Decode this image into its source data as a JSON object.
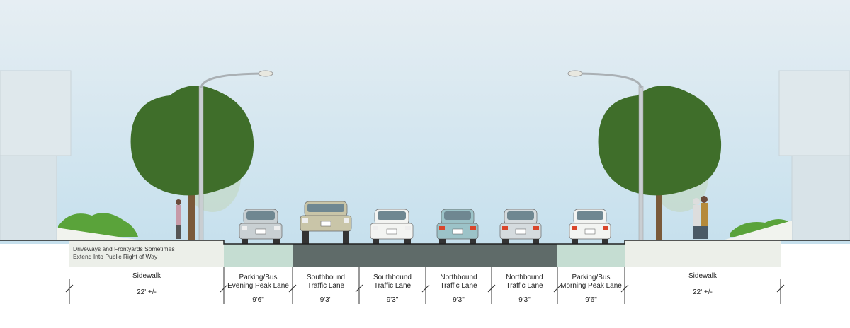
{
  "note": {
    "line1": "Driveways and Frontyards Sometimes",
    "line2": "Extend Into Public Right of Way"
  },
  "segments": [
    {
      "label1": "Sidewalk",
      "label2": "",
      "width": "22' +/-"
    },
    {
      "label1": "Parking/Bus",
      "label2": "Evening Peak Lane",
      "width": "9'6\""
    },
    {
      "label1": "Southbound",
      "label2": "Traffic Lane",
      "width": "9'3\""
    },
    {
      "label1": "Southbound",
      "label2": "Traffic Lane",
      "width": "9'3\""
    },
    {
      "label1": "Northbound",
      "label2": "Traffic Lane",
      "width": "9'3\""
    },
    {
      "label1": "Northbound",
      "label2": "Traffic Lane",
      "width": "9'3\""
    },
    {
      "label1": "Parking/Bus",
      "label2": "Morning Peak Lane",
      "width": "9'6\""
    },
    {
      "label1": "Sidewalk",
      "label2": "",
      "width": "22' +/-"
    }
  ],
  "colors": {
    "sky_top": "#e6eef3",
    "sky_bottom": "#c9e2ee",
    "traffic_lane": "#5f6b69",
    "parking_lane": "#c5ddd2",
    "sidewalk": "#ecefe9",
    "tree": "#3f6e2a",
    "grass": "#5aa33a"
  }
}
